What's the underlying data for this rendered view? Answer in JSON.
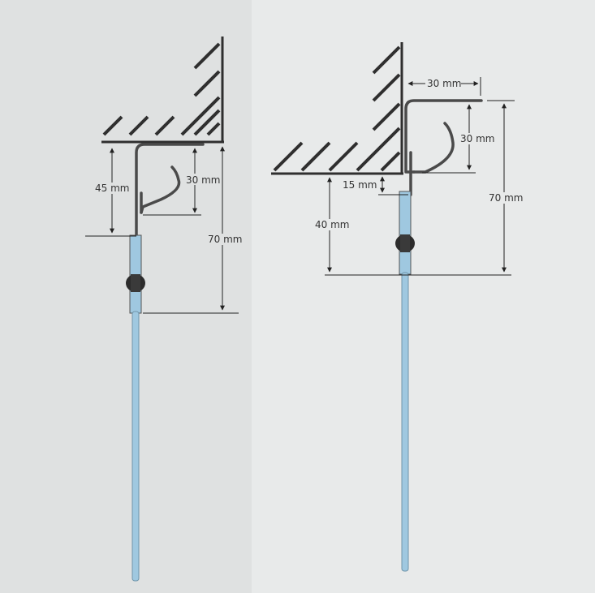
{
  "left_diagram": {
    "dims": {
      "hook_drop": "45 mm",
      "hook_height": "30 mm",
      "total_drop": "70 mm"
    }
  },
  "right_diagram": {
    "dims": {
      "top_reach": "30 mm",
      "hook_height": "30 mm",
      "gap": "15 mm",
      "rod_drop": "40 mm",
      "total_drop": "70 mm"
    }
  },
  "colors": {
    "hatch": "#2f2f2f",
    "hook": "#4a4a4a",
    "rod": "#9fc8e0",
    "dimension": "#222222"
  }
}
